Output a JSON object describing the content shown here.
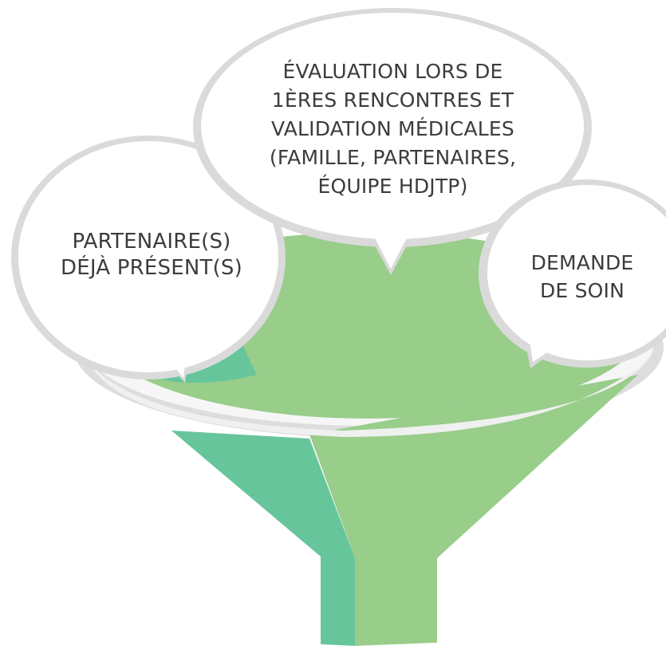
{
  "colors": {
    "funnel_light": "#98cd8a",
    "funnel_dark": "#67c59b",
    "rim_white": "#f4f4f4",
    "rim_grey": "#d8d8d8",
    "bubble_fill": "#ffffff",
    "bubble_outline": "#dadada",
    "text": "#3c3c3c"
  },
  "bubbles": {
    "left": "PARTENAIRE(S)\nDÉJÀ PRÉSENT(S)",
    "top": "ÉVALUATION LORS DE\n1ÈRES RENCONTRES ET\nVALIDATION MÉDICALES\n(FAMILLE, PARTENAIRES,\nÉQUIPE HDJTP)",
    "right": "DEMANDE\nDE SOIN"
  }
}
